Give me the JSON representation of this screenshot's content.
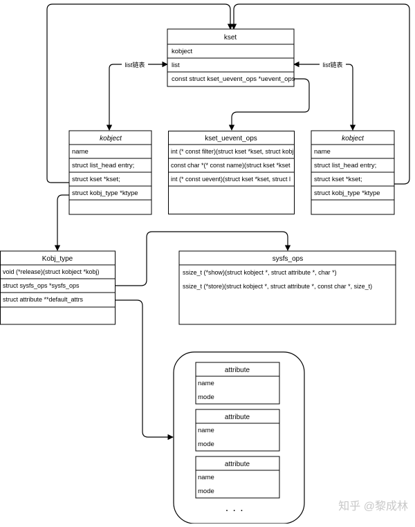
{
  "kset": {
    "title": "kset",
    "fields": [
      "kobject",
      "list",
      "const struct kset_uevent_ops *uevent_ops"
    ]
  },
  "kobject_left": {
    "title": "kobject",
    "fields": [
      "name",
      "struct list_head entry;",
      "struct kset *kset;",
      "struct kobj_type *ktype"
    ]
  },
  "kset_uevent_ops": {
    "title": "kset_uevent_ops",
    "fields": [
      "int (* const filter)(struct kset *kset, struct kobj",
      "const char *(* const name)(struct kset *kset",
      "int (* const uevent)(struct kset *kset, struct l"
    ]
  },
  "kobject_right": {
    "title": "kobject",
    "fields": [
      "name",
      "struct list_head entry;",
      "struct kset *kset;",
      "struct kobj_type *ktype"
    ]
  },
  "kobj_type": {
    "title": "Kobj_type",
    "fields": [
      "void (*release)(struct kobject *kobj)",
      "struct sysfs_ops *sysfs_ops",
      "struct attribute **default_attrs"
    ]
  },
  "sysfs_ops": {
    "title": "sysfs_ops",
    "fields": [
      "ssize_t (*show)(struct kobject *, struct attribute *, char *)",
      "ssize_t (*store)(struct kobject *, struct attribute *, const char *, size_t)"
    ]
  },
  "attributes": [
    {
      "title": "attribute",
      "fields": [
        "name",
        "mode"
      ]
    },
    {
      "title": "attribute",
      "fields": [
        "name",
        "mode"
      ]
    },
    {
      "title": "attribute",
      "fields": [
        "name",
        "mode"
      ]
    }
  ],
  "labels": {
    "list_left": "list链表",
    "list_right": "list链表",
    "ellipsis": "· · ·"
  },
  "watermark": "知乎 @黎成林"
}
